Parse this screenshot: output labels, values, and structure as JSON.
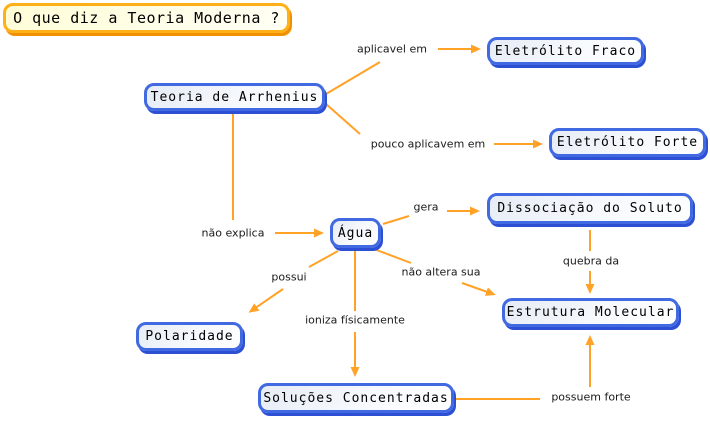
{
  "app": {
    "type": "concept-map",
    "background": "#FFFFFF"
  },
  "colors": {
    "arrow": "#FFA226",
    "node_border": "#4169E1",
    "node_shadow": "#2D4FD4",
    "node_fill": "#EDF2F9",
    "question_border": "#FFB019",
    "question_fill": "#FFFDD6",
    "question_shadow": "#F19000",
    "text": "#000000"
  },
  "question": {
    "label": "O que diz a Teoria Moderna ?"
  },
  "nodes": {
    "teoria_de_arrhenius": {
      "label": "Teoria de Arrhenius"
    },
    "eletrolito_fraco": {
      "label": "Eletrólito Fraco"
    },
    "eletrolito_forte": {
      "label": "Eletrólito Forte"
    },
    "agua": {
      "label": "Água"
    },
    "dissociacao_do_soluto": {
      "label": "Dissociação do Soluto"
    },
    "estrutura_molecular": {
      "label": "Estrutura Molecular"
    },
    "polaridade": {
      "label": "Polaridade"
    },
    "solucoes_concentradas": {
      "label": "Soluções Concentradas"
    }
  },
  "links": {
    "aplicavel_em": {
      "label": "aplicavel em",
      "from": "teoria_de_arrhenius",
      "to": "eletrolito_fraco"
    },
    "pouco_aplicavem_em": {
      "label": "pouco aplicavem em",
      "from": "teoria_de_arrhenius",
      "to": "eletrolito_forte"
    },
    "nao_explica": {
      "label": "não explica",
      "from": "teoria_de_arrhenius",
      "to": "agua"
    },
    "gera": {
      "label": "gera",
      "from": "agua",
      "to": "dissociacao_do_soluto"
    },
    "quebra_da": {
      "label": "quebra da",
      "from": "dissociacao_do_soluto",
      "to": "estrutura_molecular"
    },
    "nao_altera_sua": {
      "label": "não altera sua",
      "from": "agua",
      "to": "estrutura_molecular"
    },
    "possui": {
      "label": "possui",
      "from": "agua",
      "to": "polaridade"
    },
    "ioniza_fisicamente": {
      "label": "ioniza físicamente",
      "from": "agua",
      "to": "solucoes_concentradas"
    },
    "possuem_forte": {
      "label": "possuem forte",
      "from": "solucoes_concentradas",
      "to": "estrutura_molecular"
    }
  }
}
